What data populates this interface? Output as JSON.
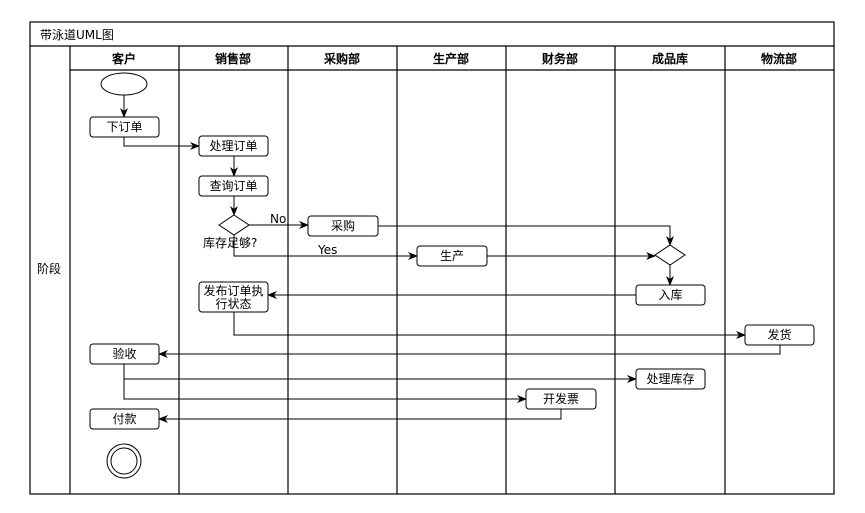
{
  "title": "带泳道UML图",
  "phase_label": "阶段",
  "lanes": [
    "客户",
    "销售部",
    "采购部",
    "生产部",
    "财务部",
    "成品库",
    "物流部"
  ],
  "nodes": {
    "place_order": "下订单",
    "process_order": "处理订单",
    "query_order": "查询订单",
    "stock_enough": "库存足够?",
    "purchase": "采购",
    "produce": "生产",
    "warehouse_in": "入库",
    "publish_status_1": "发布订单执",
    "publish_status_2": "行状态",
    "ship": "发货",
    "accept": "验收",
    "process_stock": "处理库存",
    "invoice": "开发票",
    "pay": "付款"
  },
  "edge_labels": {
    "no": "No",
    "yes": "Yes"
  }
}
